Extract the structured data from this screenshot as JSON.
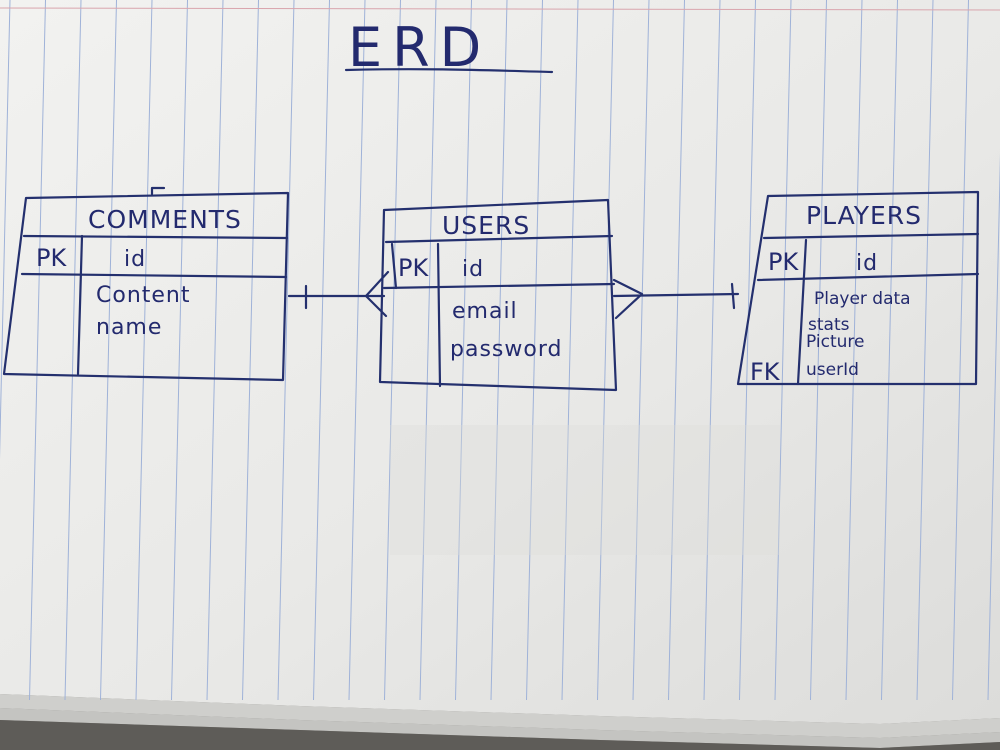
{
  "diagram": {
    "title": "ERD",
    "entities": {
      "comments": {
        "name": "COMMENTS",
        "pk_label": "PK",
        "pk_field": "id",
        "fields": [
          "Content",
          "name"
        ]
      },
      "users": {
        "name": "USERS",
        "pk_label": "PK",
        "pk_field": "id",
        "fields": [
          "email",
          "password"
        ]
      },
      "players": {
        "name": "PLAYERS",
        "pk_label": "PK",
        "pk_field": "id",
        "fields": [
          "Player data",
          "stats",
          "Picture",
          "userId"
        ],
        "fk_label": "FK"
      }
    },
    "relationships": [
      {
        "from": "comments",
        "to": "users",
        "from_cardinality": "one",
        "to_cardinality": "many"
      },
      {
        "from": "users",
        "to": "players",
        "from_cardinality": "many",
        "to_cardinality": "one"
      }
    ]
  }
}
